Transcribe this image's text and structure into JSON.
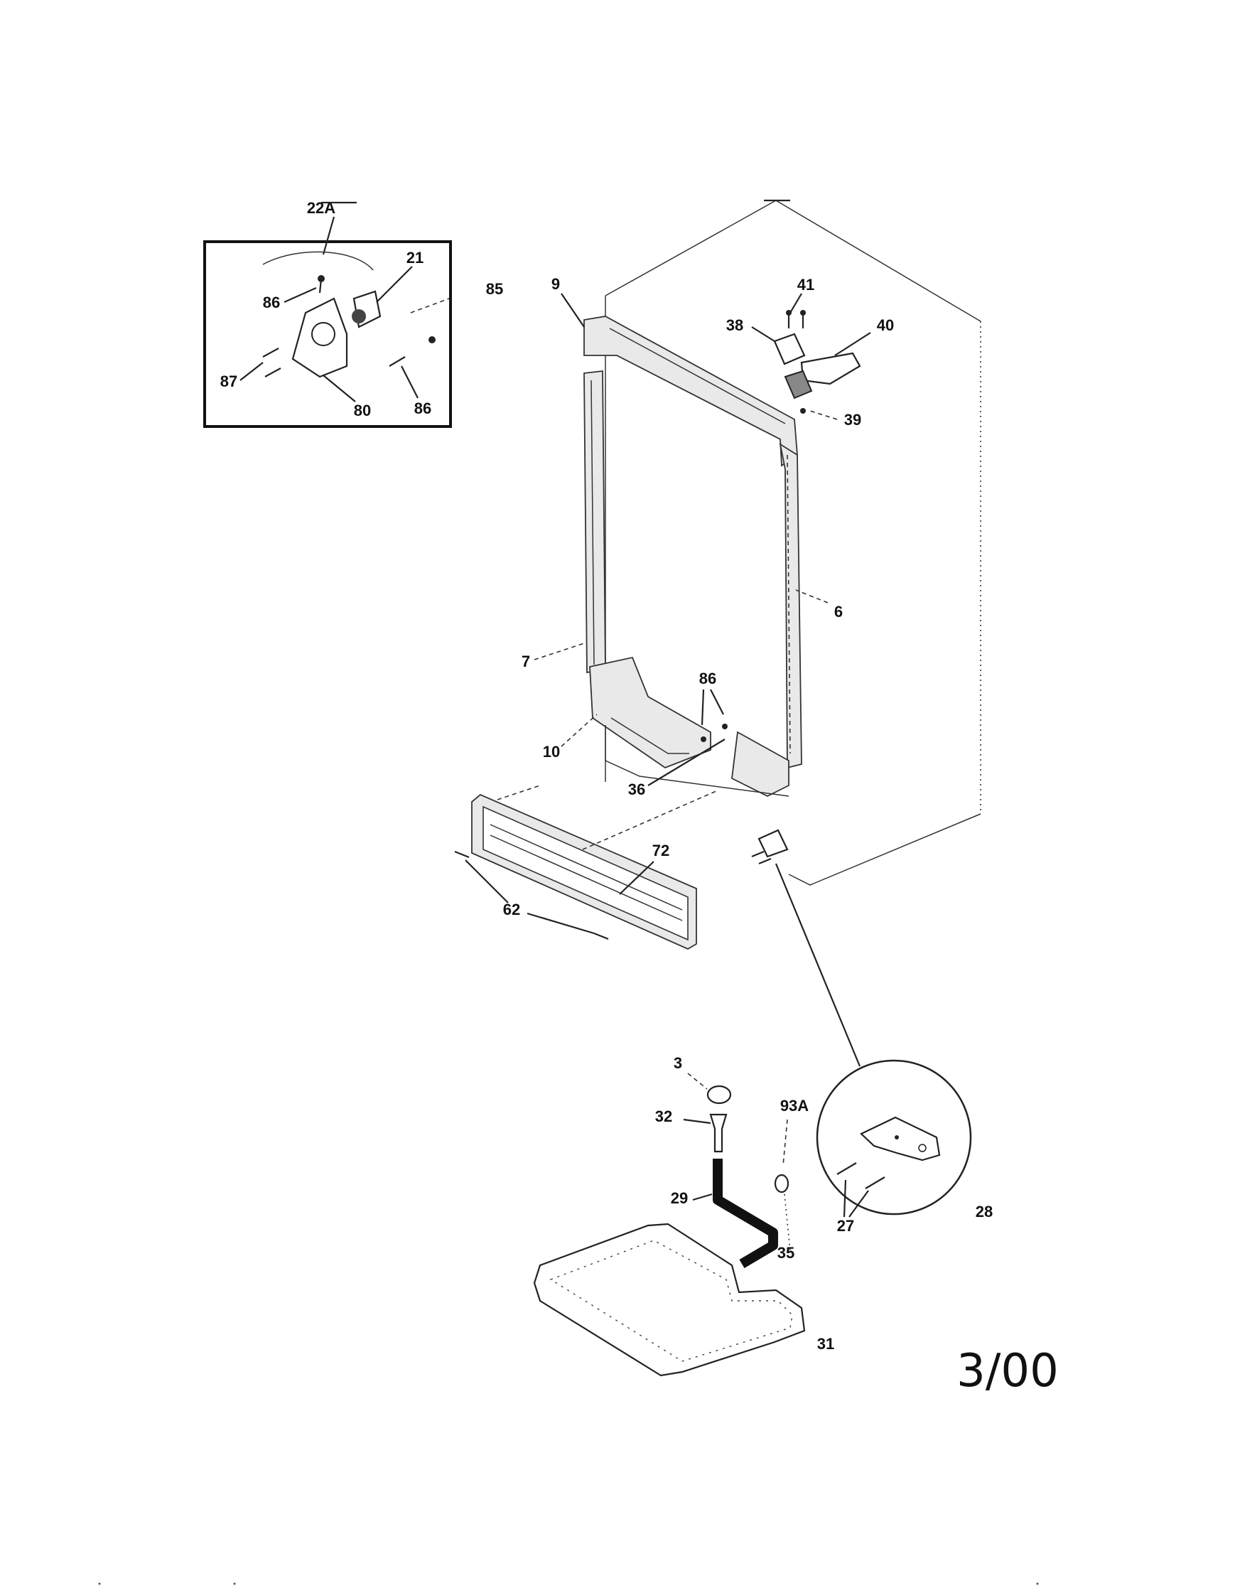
{
  "labels": {
    "inset_ref": "22A",
    "p21": "21",
    "p86a": "86",
    "p85": "85",
    "p87": "87",
    "p80": "80",
    "p86b": "86",
    "p9": "9",
    "p41": "41",
    "p38": "38",
    "p40": "40",
    "p39": "39",
    "p6": "6",
    "p7": "7",
    "p86c": "86",
    "p10": "10",
    "p36": "36",
    "p72": "72",
    "p62": "62",
    "p3": "3",
    "p93a": "93A",
    "p32": "32",
    "p29": "29",
    "p35": "35",
    "p27": "27",
    "p28": "28",
    "p31": "31"
  },
  "date": "3/00"
}
